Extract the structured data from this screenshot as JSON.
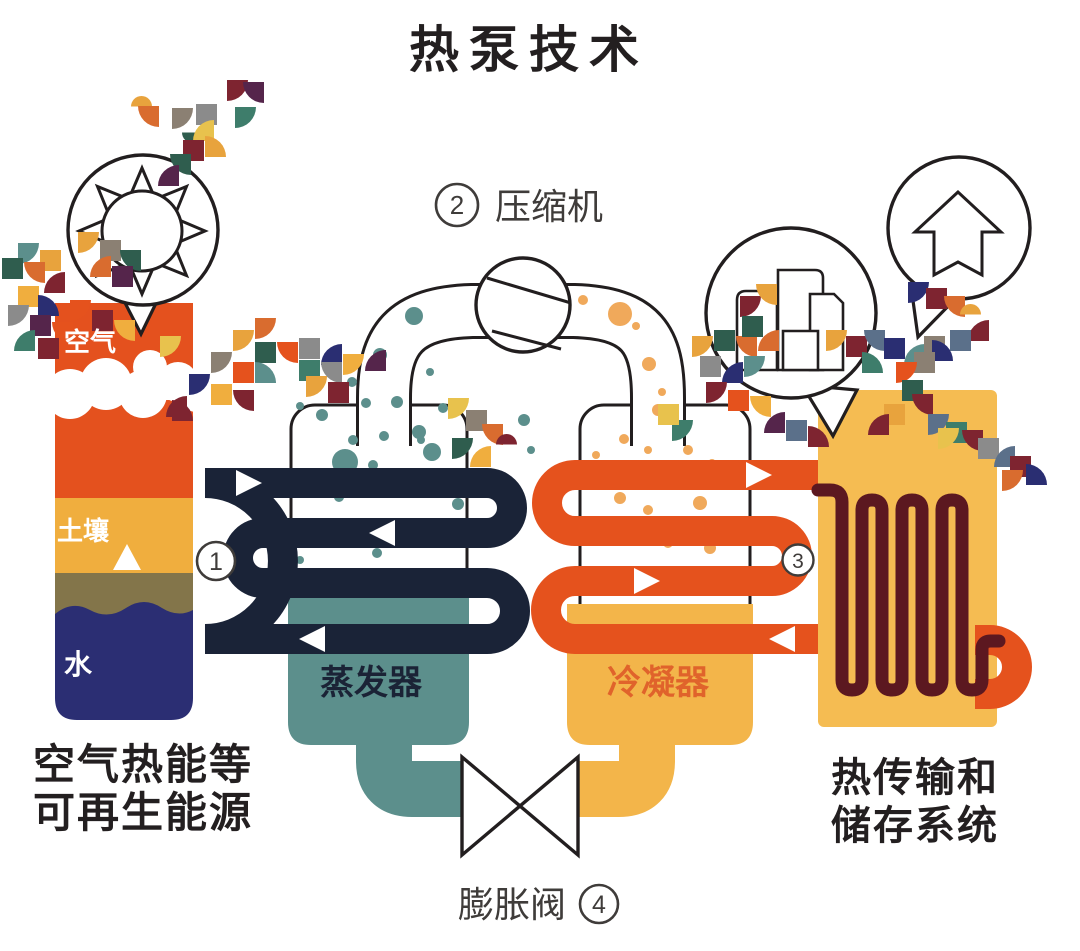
{
  "title": "热泵技术",
  "labels": {
    "compressor": "压缩机",
    "evaporator": "蒸发器",
    "condenser": "冷凝器",
    "valve": "膨胀阀",
    "air": "空气",
    "soil": "土壤",
    "water": "水"
  },
  "numbers": {
    "loop_source": "1",
    "compressor": "2",
    "loop_sink": "3",
    "valve": "4"
  },
  "captions": {
    "source_line1": "空气热能等",
    "source_line2": "可再生能源",
    "sink_line1": "热传输和",
    "sink_line2": "储存系统"
  },
  "icons": {
    "sun": "sun-icon",
    "city": "city-buildings-icon",
    "house": "house-arrow-icon",
    "compressor": "compressor-fan-icon",
    "valve": "bowtie-valve-icon"
  },
  "colors": {
    "orange": "#E4511E",
    "orange_pipe": "#E5521D",
    "amber": "#F0AE3E",
    "amber_light": "#F3B54A",
    "radiator": "#F5BC52",
    "olive": "#83754A",
    "navy_water": "#2B2E73",
    "pipe_dark": "#1A2337",
    "teal": "#5C8F8C",
    "maroon": "#5C1820",
    "outline": "#221E1F",
    "text_dark": "#231F20",
    "text_gray": "#3F3C3A",
    "condenser_label": "#E0632B",
    "evaporator_label": "#1B2336",
    "bubble_orange": "#F0A95B",
    "white": "#FFFFFF"
  }
}
